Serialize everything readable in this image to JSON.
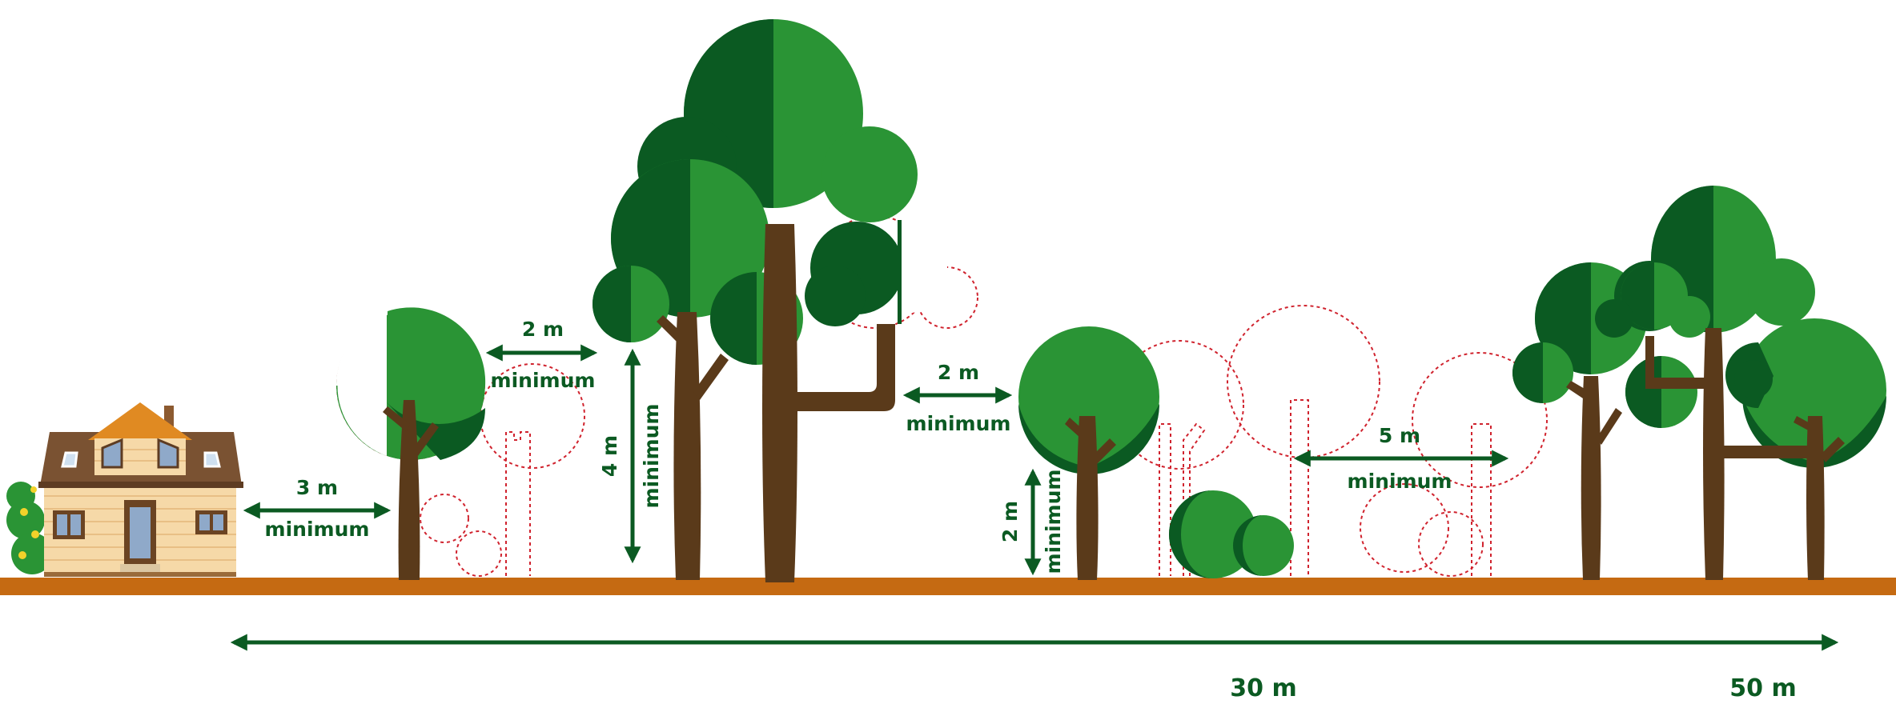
{
  "colors": {
    "ground": "#c56a12",
    "trunk": "#5a3a1a",
    "leaf_light": "#2a9435",
    "leaf_dark": "#0b5a22",
    "arrow": "#0b5a22",
    "removed_outline": "#d0232e",
    "house_wall": "#f6d9a8",
    "house_roof": "#7a5232",
    "house_trim": "#e08a22"
  },
  "labels": {
    "house_to_tree_dist": "3 m",
    "house_to_tree_min": "minimum",
    "crown_gap_dist": "2 m",
    "crown_gap_min": "minimum",
    "prune_height_tall": "4 m",
    "prune_height_tall_min": "minimum",
    "crown_gap2_dist": "2 m",
    "crown_gap2_min": "minimum",
    "prune_height_short": "2 m",
    "prune_height_short_min": "minimum",
    "trunk_spacing_dist": "5 m",
    "trunk_spacing_min": "minimum",
    "zone_mark_30": "30 m",
    "zone_mark_50": "50 m"
  },
  "icons": {
    "house": "house-icon",
    "shrub": "shrub-icon",
    "tree": "tree-icon",
    "removed_tree": "removed-tree-outline-icon",
    "arrow": "double-arrow-icon"
  }
}
